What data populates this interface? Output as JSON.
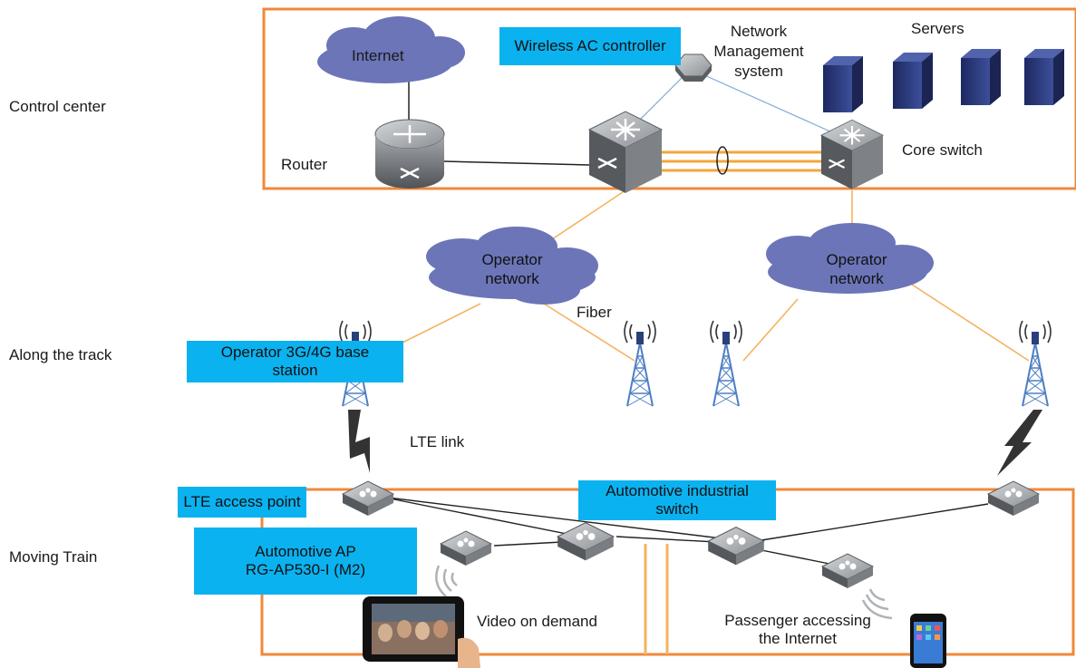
{
  "zones": {
    "control_center": "Control center",
    "along_track": "Along the track",
    "moving_train": "Moving Train"
  },
  "labels": {
    "internet": "Internet",
    "wireless_ac_controller": "Wireless AC controller",
    "nms_line1": "Network",
    "nms_line2": "Management",
    "nms_line3": "system",
    "servers": "Servers",
    "router": "Router",
    "core_switch": "Core switch",
    "operator_network_line1": "Operator",
    "operator_network_line2": "network",
    "fiber": "Fiber",
    "base_station_line1": "Operator 3G/4G base",
    "base_station_line2": "station",
    "lte_link": "LTE link",
    "lte_access_point": "LTE access point",
    "automotive_switch_line1": "Automotive industrial",
    "automotive_switch_line2": "switch",
    "automotive_ap_line1": "Automotive AP",
    "automotive_ap_line2": "RG-AP530-I (M2)",
    "video_on_demand": "Video on demand",
    "passenger_line1": "Passenger accessing",
    "passenger_line2": "the Internet"
  },
  "colors": {
    "frame_orange": "#f0883a",
    "fiber_orange": "#f4b35f",
    "label_blue": "#0bb2f0",
    "cloud_purple": "#6b75b8",
    "device_gray": "#6e7276",
    "server_navy": "#2b3a78",
    "thin_blue": "#7fa8d6"
  },
  "icons": {
    "router": "router-icon",
    "switch": "switch-icon",
    "server": "server-icon",
    "cloud": "cloud-icon",
    "tower": "antenna-tower-icon",
    "access_point": "access-point-icon",
    "lightning": "lightning-icon",
    "tablet": "tablet-icon",
    "phone": "smartphone-icon"
  }
}
